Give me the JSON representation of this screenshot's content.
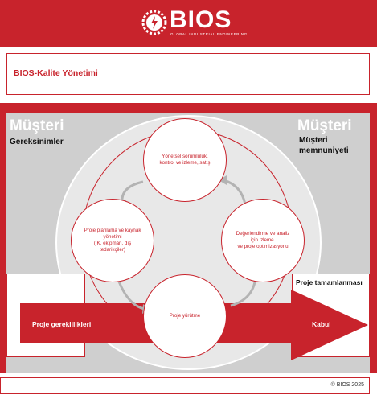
{
  "header": {
    "logo_text": "BIOS",
    "logo_subtitle": "GLOBAL INDUSTRIAL ENGINEERING",
    "brand_color": "#c8232c"
  },
  "title": "BIOS-Kalite Yönetimi",
  "left": {
    "title": "Müşteri",
    "subtitle": "Gereksinimler"
  },
  "right": {
    "title": "Müşteri",
    "subtitle_line1": "Müşteri",
    "subtitle_line2": "memnuniyeti"
  },
  "cycle": {
    "top": "Yönetsel sorumluluk,\nkontrol ve izleme, satış",
    "left": "Proje planlama ve kaynak\nyönetimi\n(İK, ekipman, dış\ntedarikçiler)",
    "right": "Değerlendirme ve analiz\niçin izleme.\nve proje optimizasyonu",
    "bottom": "Proje yürütme"
  },
  "flow": {
    "start_label": "Proje gereklilikleri",
    "end_label": "Kabul",
    "completion_label": "Proje tamamlanması"
  },
  "footer": {
    "copyright": "© BIOS 2025"
  }
}
